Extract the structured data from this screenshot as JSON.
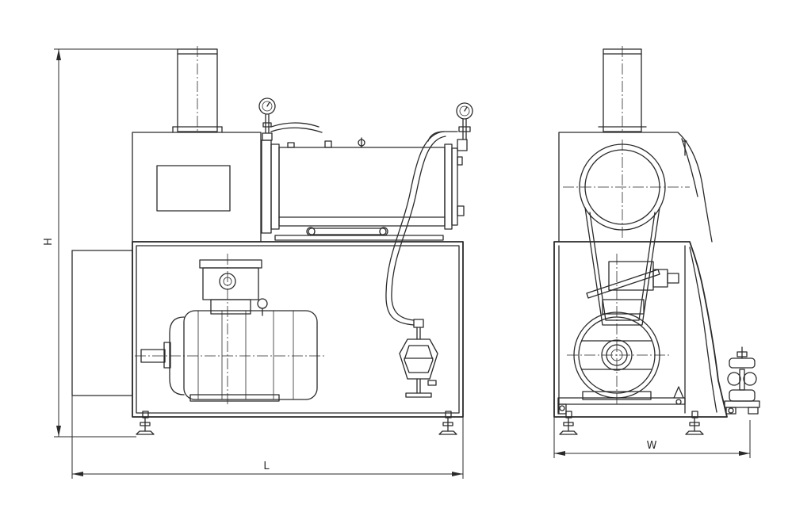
{
  "dimensions": {
    "height_label": "H",
    "length_label": "L",
    "width_label": "W"
  },
  "colors": {
    "line": "#2a2a2a",
    "background": "#ffffff"
  }
}
